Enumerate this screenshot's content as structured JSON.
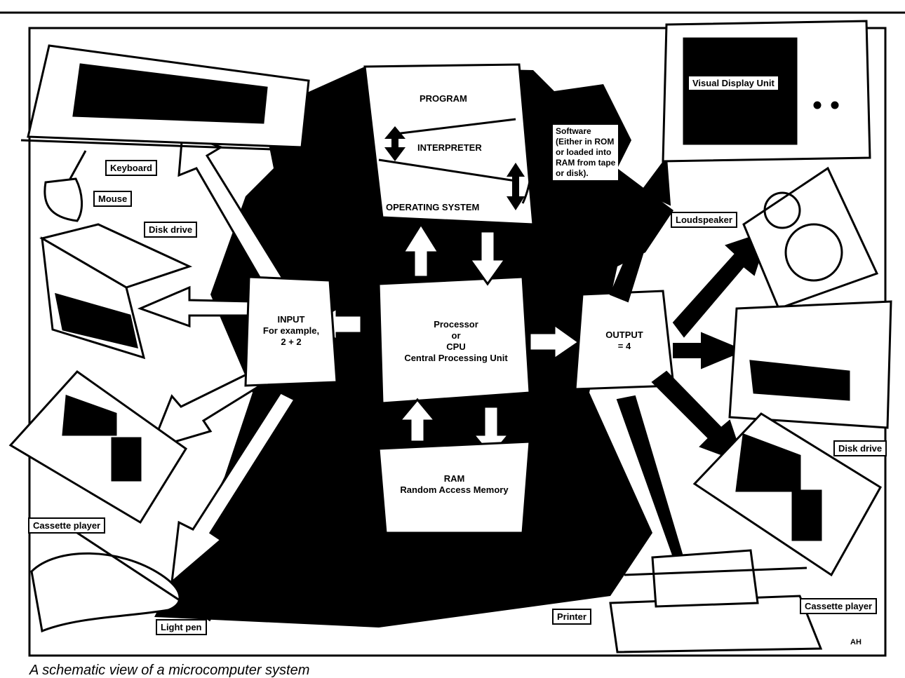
{
  "diagram": {
    "program": "PROGRAM",
    "interpreter": "INTERPRETER",
    "operating_system": "OPERATING SYSTEM",
    "software_note": "Software\n(Either in ROM\nor loaded into\nRAM from tape\nor disk).",
    "input": "INPUT\nFor example,\n2 + 2",
    "processor": "Processor\nor\nCPU\nCentral Processing Unit",
    "output": "OUTPUT\n= 4",
    "ram": "RAM\nRandom Access Memory",
    "labels": {
      "keyboard": "Keyboard",
      "mouse": "Mouse",
      "disk_drive_left": "Disk drive",
      "cassette_left": "Cassette player",
      "light_pen": "Light pen",
      "vdu": "Visual Display Unit",
      "loudspeaker": "Loudspeaker",
      "disk_drive_right": "Disk drive",
      "cassette_right": "Cassette player",
      "printer": "Printer"
    },
    "signature": "AH"
  },
  "caption": "A schematic view of a microcomputer system"
}
